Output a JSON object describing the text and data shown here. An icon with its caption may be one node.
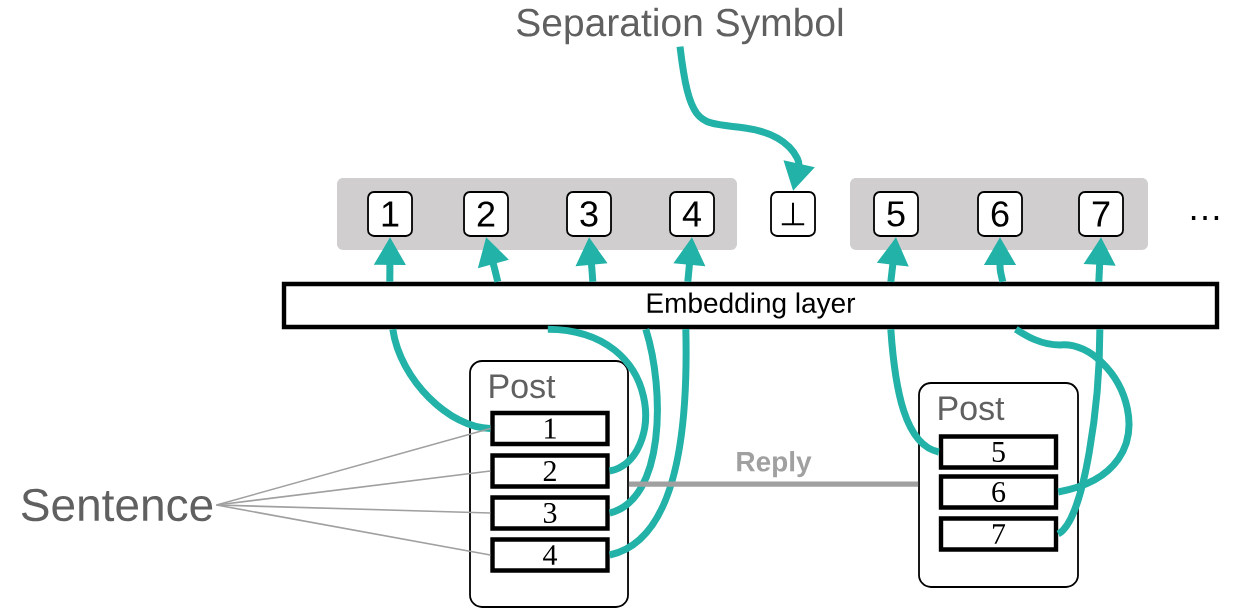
{
  "diagram": {
    "nodes": [
      {
        "text": [
          "Separation Symbol"
        ]
      },
      {
        "text": [],
        "shape": "box"
      },
      {
        "text": [
          "1"
        ],
        "in": 1
      },
      {
        "text": [
          "2"
        ],
        "in": 1
      },
      {
        "text": [
          "3"
        ],
        "in": 1
      },
      {
        "text": [
          "4"
        ],
        "in": 1
      },
      {
        "text": [
          "⊥"
        ]
      },
      {
        "text": [],
        "shape": "box"
      },
      {
        "text": [
          "5"
        ],
        "in": 7
      },
      {
        "text": [
          "6"
        ],
        "in": 7
      },
      {
        "text": [
          "7"
        ],
        "in": 7
      },
      {
        "text": [
          "Embedding layer"
        ]
      },
      {
        "text": [
          "Post"
        ]
      },
      {
        "text": [
          "1"
        ],
        "in": 12
      },
      {
        "text": [
          "2"
        ],
        "in": 12
      },
      {
        "text": [
          "3"
        ],
        "in": 12
      },
      {
        "text": [
          "4"
        ],
        "in": 12
      },
      {
        "text": [
          "Post"
        ]
      },
      {
        "text": [
          "5"
        ],
        "in": 17
      },
      {
        "text": [
          "6"
        ],
        "in": 17
      },
      {
        "text": [
          "7"
        ],
        "in": 17
      },
      {
        "text": [
          "Sentence"
        ]
      }
    ],
    "edges": [
      {
        "from": 0,
        "to": 6,
        "arrow": "to"
      },
      {
        "from": 13,
        "to": 11,
        "arrow": "none"
      },
      {
        "from": 14,
        "to": 11,
        "arrow": "none"
      },
      {
        "from": 15,
        "to": 11,
        "arrow": "none"
      },
      {
        "from": 16,
        "to": 11,
        "arrow": "none"
      },
      {
        "from": 18,
        "to": 11,
        "arrow": "none"
      },
      {
        "from": 19,
        "to": 11,
        "arrow": "none"
      },
      {
        "from": 20,
        "to": 11,
        "arrow": "none"
      },
      {
        "from": 11,
        "to": 2,
        "arrow": "to"
      },
      {
        "from": 11,
        "to": 3,
        "arrow": "to"
      },
      {
        "from": 11,
        "to": 4,
        "arrow": "to"
      },
      {
        "from": 11,
        "to": 5,
        "arrow": "to"
      },
      {
        "from": 11,
        "to": 8,
        "arrow": "to"
      },
      {
        "from": 11,
        "to": 9,
        "arrow": "to"
      },
      {
        "from": 11,
        "to": 10,
        "arrow": "to"
      },
      {
        "from": 12,
        "to": 17,
        "arrow": "none",
        "label": "Reply",
        "color": "#a0a0a0"
      },
      {
        "from": 21,
        "to": 13,
        "arrow": "none",
        "color": "#a0a0a0"
      },
      {
        "from": 21,
        "to": 14,
        "arrow": "none",
        "color": "#a0a0a0"
      },
      {
        "from": 21,
        "to": 15,
        "arrow": "none",
        "color": "#a0a0a0"
      },
      {
        "from": 21,
        "to": 16,
        "arrow": "none",
        "color": "#a0a0a0"
      }
    ],
    "labels": [
      "…"
    ]
  }
}
